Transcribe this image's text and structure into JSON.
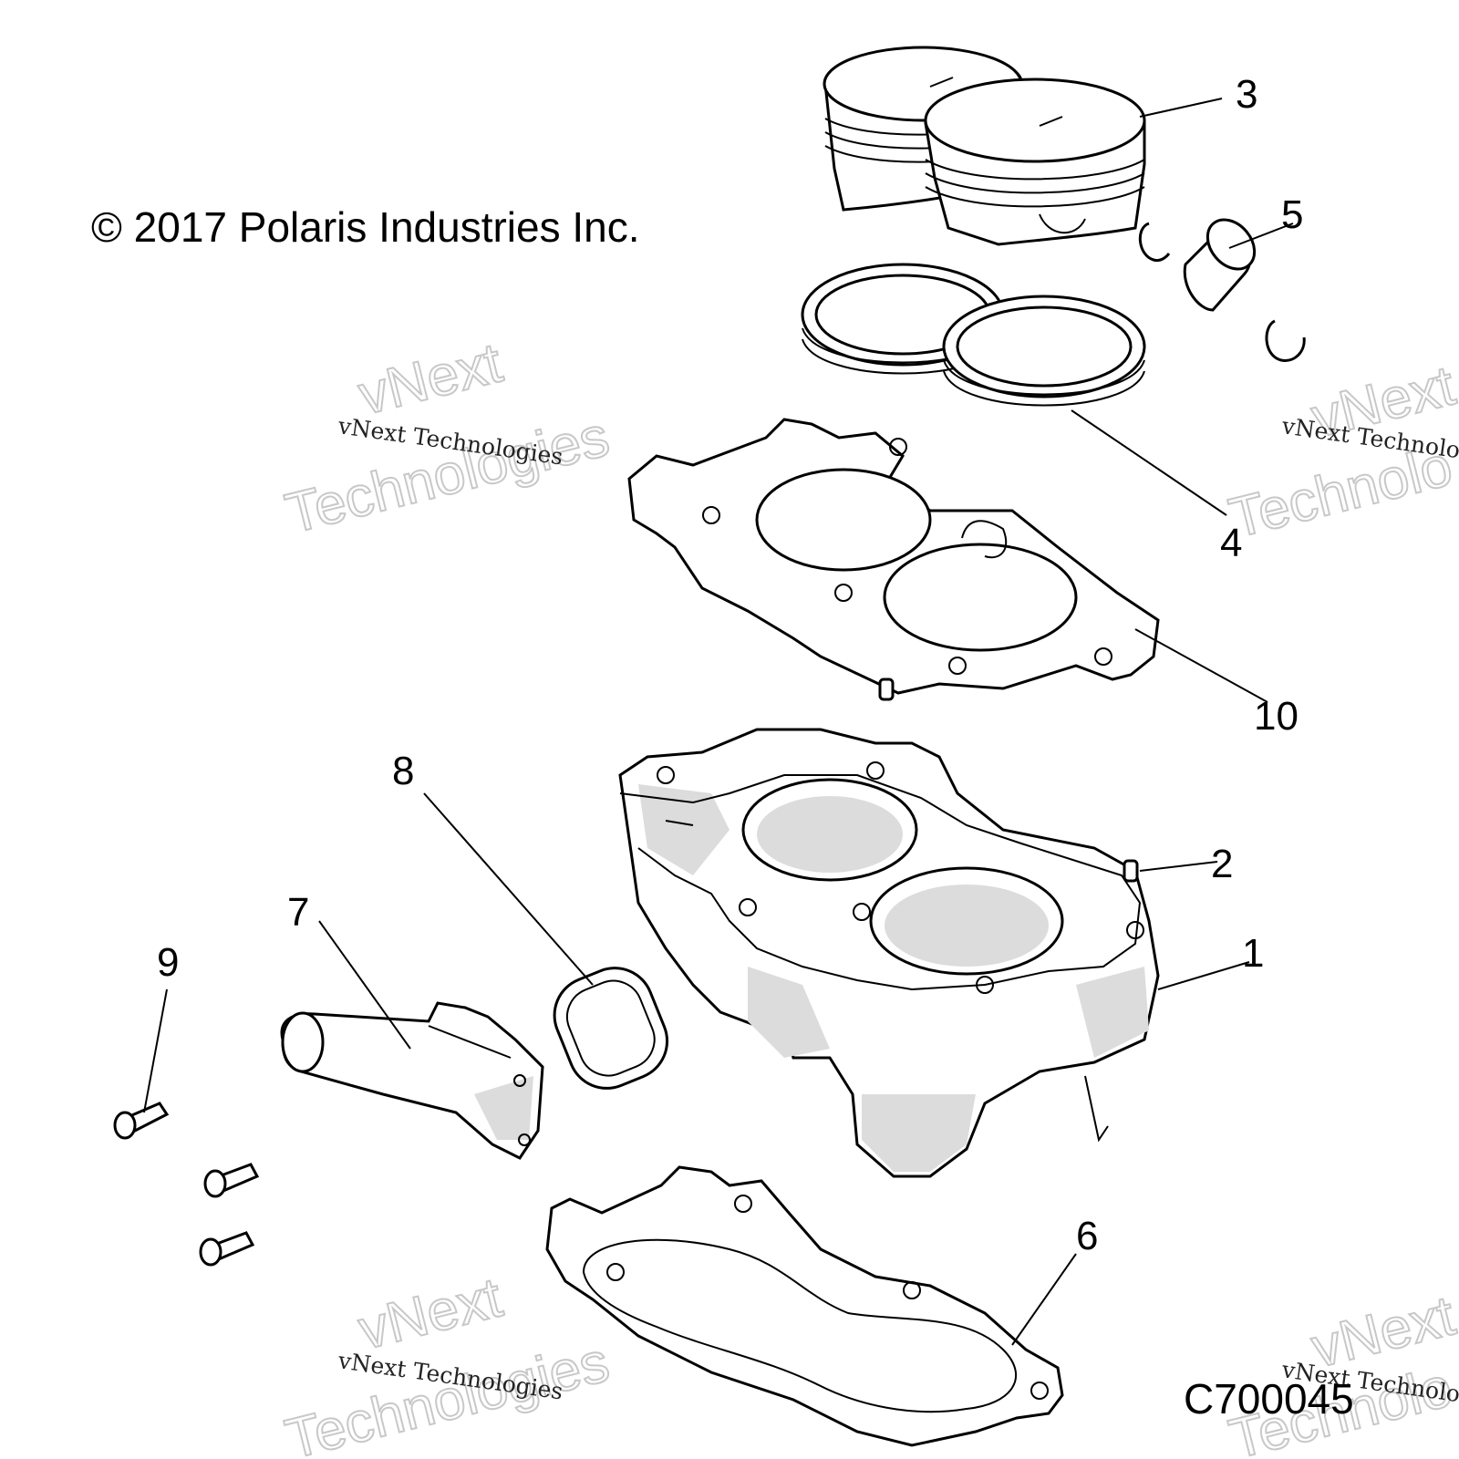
{
  "copyright": "© 2017 Polaris Industries Inc.",
  "figure_code": "C700045",
  "watermark": {
    "line1": "vNext Technologies",
    "line2a": "vNext",
    "line2b": "Technologies",
    "line1_partial": "vNext Technolo",
    "line2a_partial": "vNext",
    "line2b_partial": "Technolo"
  },
  "callouts": [
    "1",
    "2",
    "3",
    "4",
    "5",
    "6",
    "7",
    "8",
    "9",
    "10"
  ]
}
